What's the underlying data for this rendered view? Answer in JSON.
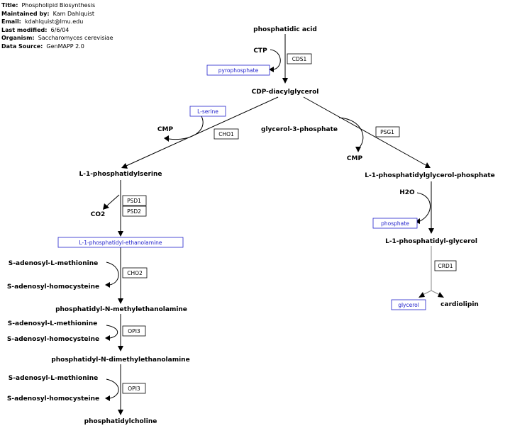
{
  "header": {
    "title_label": "Title:",
    "title": "Phospholipid Biosynthesis",
    "maintained_label": "Maintained by:",
    "maintained": "Kam Dahlquist",
    "email_label": "Email:",
    "email": "kdahlquist@lmu.edu",
    "modified_label": "Last modified:",
    "modified": "6/6/04",
    "organism_label": "Organism:",
    "organism": "Saccharomyces cerevisiae",
    "source_label": "Data Source:",
    "source": "GenMAPP 2.0"
  },
  "metabolites": {
    "phosphatidic_acid": "phosphatidic acid",
    "ctp": "CTP",
    "cdp_diacylglycerol": "CDP-diacylglycerol",
    "cmp_left": "CMP",
    "glycerol_3_phosphate": "glycerol-3-phosphate",
    "cmp_right": "CMP",
    "phosphatidylserine": "L-1-phosphatidylserine",
    "co2": "CO2",
    "pgp": "L-1-phosphatidylglycerol-phosphate",
    "h2o": "H2O",
    "phosphatidylglycerol": "L-1-phosphatidyl-glycerol",
    "sam_1": "S-adenosyl-L-methionine",
    "sah_1": "S-adenosyl-homocysteine",
    "pme": "phosphatidyl-N-methylethanolamine",
    "sam_2": "S-adenosyl-L-methionine",
    "sah_2": "S-adenosyl-homocysteine",
    "pdme": "phosphatidyl-N-dimethylethanolamine",
    "sam_3": "S-adenosyl-L-methionine",
    "sah_3": "S-adenosyl-homocysteine",
    "pc": "phosphatidylcholine",
    "cardiolipin": "cardiolipin"
  },
  "enzymes": {
    "cds1": "CDS1",
    "cho1": "CHO1",
    "psg1": "PSG1",
    "psd1": "PSD1",
    "psd2": "PSD2",
    "cho2": "CHO2",
    "opi3_a": "OPI3",
    "opi3_b": "OPI3",
    "crd1": "CRD1"
  },
  "links": {
    "pyrophosphate": "pyrophosphate",
    "l_serine": "L-serine",
    "ethanolamine": "L-1-phosphatidyl-ethanolamine",
    "phosphate": "phosphate",
    "glycerol": "glycerol"
  },
  "colors": {
    "link": "#2222cc",
    "edge": "#000000",
    "edge_secondary": "#888888"
  }
}
